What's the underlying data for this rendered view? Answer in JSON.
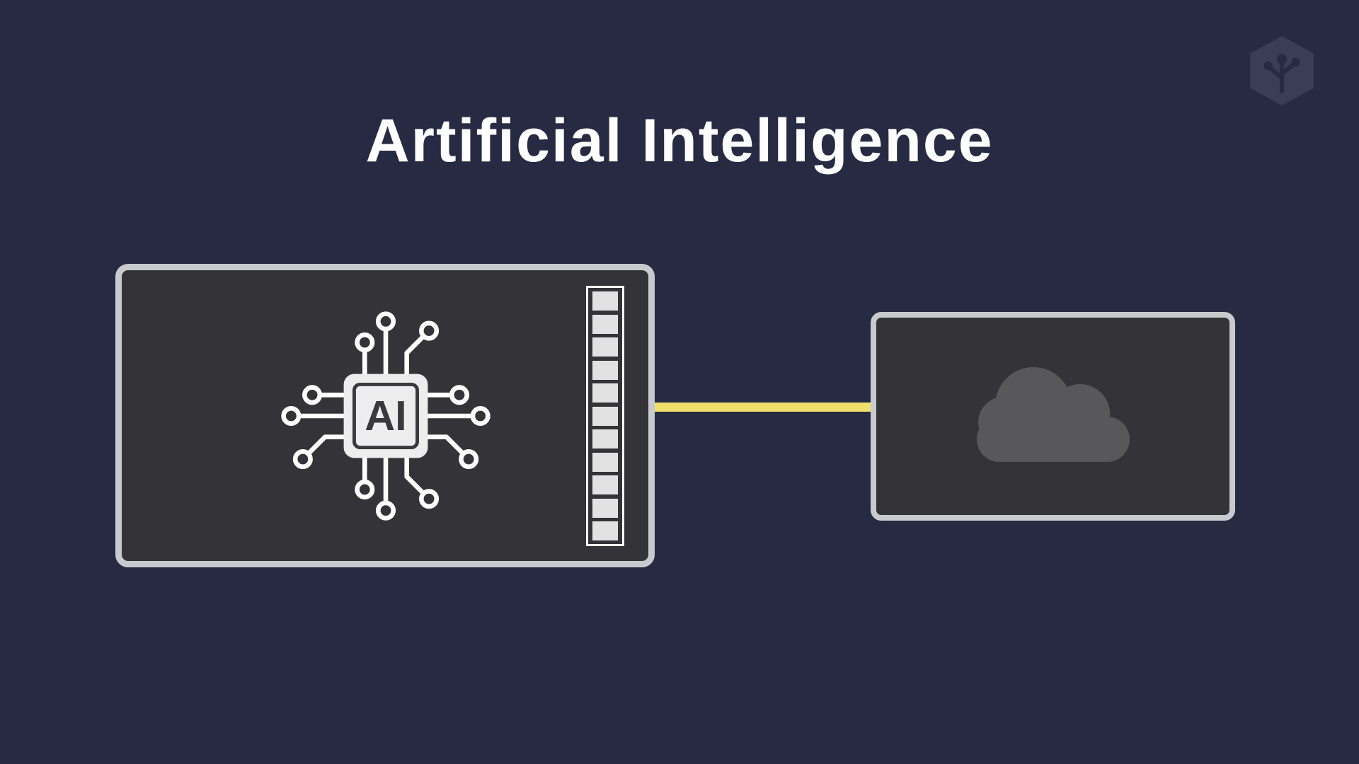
{
  "slide": {
    "title": "Artificial Intelligence"
  },
  "device": {
    "chip_label": "AI"
  },
  "colors": {
    "background": "#262a42",
    "panel_fill": "#343438",
    "panel_border": "#c9cacd",
    "connector_yellow": "#efdf6b",
    "cloud_gray": "#58585b",
    "logo_gray": "#3e415a",
    "title_white": "#fdfdfd",
    "icon_white": "#ffffff"
  },
  "diagram": {
    "nodes": [
      {
        "id": "ai-device-board",
        "description": "dark panel with AI chip icon and vertical port/memory strip"
      },
      {
        "id": "cloud-server",
        "description": "dark panel with gray cloud icon"
      }
    ],
    "edges": [
      {
        "from": "ai-device-board",
        "to": "cloud-server",
        "style": "thick yellow horizontal line"
      }
    ]
  },
  "icons": [
    "ai-chip-icon",
    "port-strip",
    "cloud-icon",
    "brand-logo-icon"
  ]
}
